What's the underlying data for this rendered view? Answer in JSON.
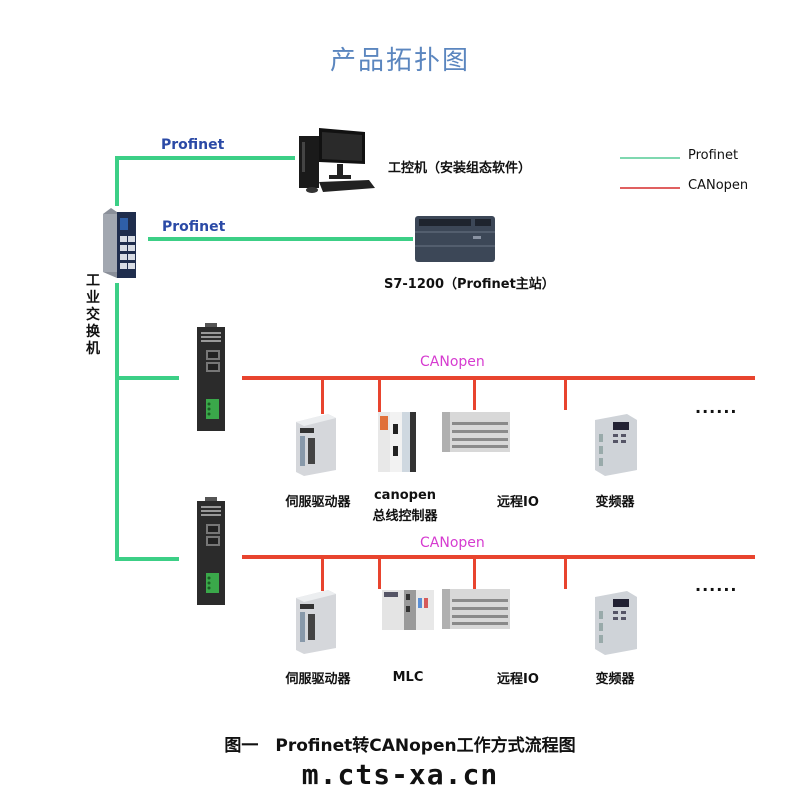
{
  "title": "产品拓扑图",
  "legend": [
    {
      "label": "Profinet",
      "color": "#7fd8b0"
    },
    {
      "label": "CANopen",
      "color": "#e06060"
    }
  ],
  "switch": {
    "label": "工业交换机"
  },
  "profinet_links": [
    {
      "label": "Profinet",
      "target": "工控机（安装组态软件）"
    },
    {
      "label": "Profinet",
      "target": "S7-1200（Profinet主站）"
    }
  ],
  "buses": [
    {
      "label": "CANopen",
      "devices": [
        {
          "label_line1": "伺服驱动器",
          "label_line2": ""
        },
        {
          "label_line1": "canopen",
          "label_line2": "总线控制器"
        },
        {
          "label_line1": "远程IO",
          "label_line2": ""
        },
        {
          "label_line1": "变频器",
          "label_line2": ""
        }
      ],
      "more": "......"
    },
    {
      "label": "CANopen",
      "devices": [
        {
          "label_line1": "伺服驱动器",
          "label_line2": ""
        },
        {
          "label_line1": "MLC",
          "label_line2": ""
        },
        {
          "label_line1": "远程IO",
          "label_line2": ""
        },
        {
          "label_line1": "变频器",
          "label_line2": ""
        }
      ],
      "more": "......"
    }
  ],
  "caption": "图一　Profinet转CANopen工作方式流程图",
  "url": "m.cts-xa.cn",
  "colors": {
    "profinet": "#3ccf86",
    "canopen": "#e8442e",
    "title": "#5b86bf"
  }
}
